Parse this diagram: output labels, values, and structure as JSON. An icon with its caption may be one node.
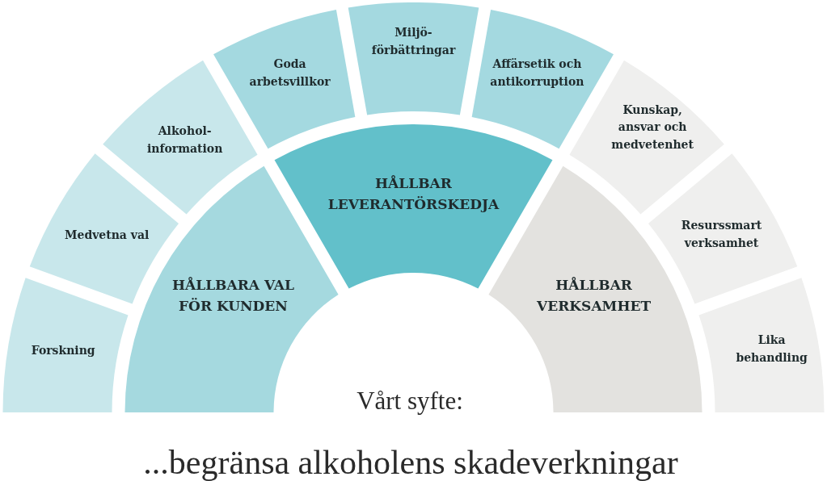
{
  "diagram": {
    "nodes": [
      {
        "text": [
          "Forskning"
        ]
      },
      {
        "text": [
          "Medvetna val"
        ]
      },
      {
        "text": [
          "Alkohol-information"
        ]
      },
      {
        "text": [
          "Goda arbetsvillkor"
        ]
      },
      {
        "text": [
          "Miljö-förbättringar"
        ]
      },
      {
        "text": [
          "Affärsetik och antikorruption"
        ]
      },
      {
        "text": [
          "Kunskap, ansvar och medvetenhet"
        ]
      },
      {
        "text": [
          "Resurssmart verksamhet"
        ]
      },
      {
        "text": [
          "Lika behandling"
        ]
      },
      {
        "text": [
          "HÅLLBARA VAL FÖR KUNDEN"
        ]
      },
      {
        "text": [
          "HÅLLBAR LEVERANTÖRSKEDJA"
        ]
      },
      {
        "text": [
          "HÅLLBAR VERKSAMHET"
        ]
      }
    ],
    "labels": [
      "Vårt syfte:",
      "...begränsa alkoholens skadeverkningar"
    ]
  }
}
